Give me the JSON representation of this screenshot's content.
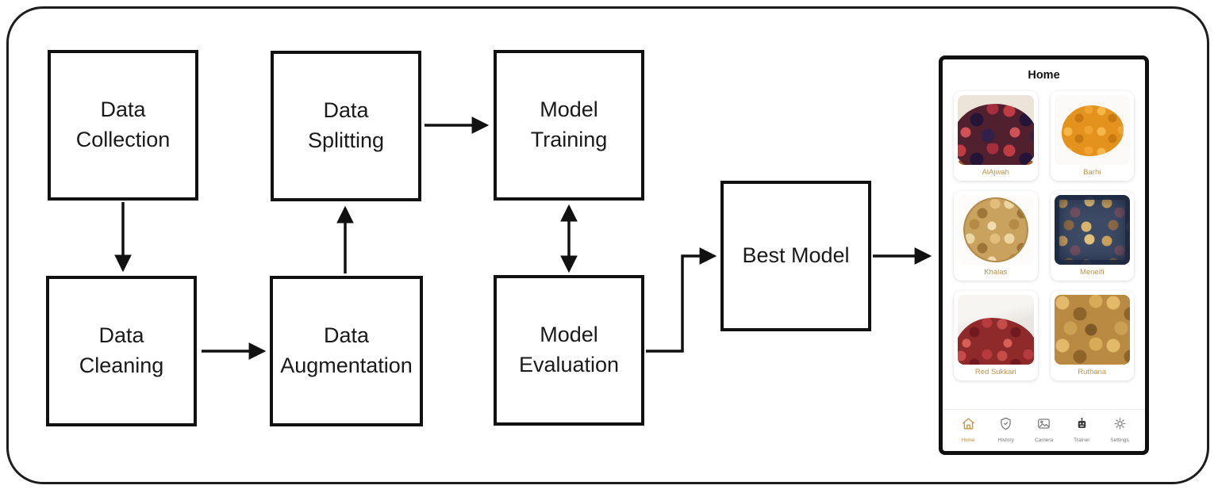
{
  "colors": {
    "accent_gold": "#c49545",
    "nav_inactive": "#7a7a7a",
    "outline": "#111111"
  },
  "flow": {
    "boxes": [
      {
        "id": "data-collection",
        "label": "Data\nCollection"
      },
      {
        "id": "data-splitting",
        "label": "Data\nSplitting"
      },
      {
        "id": "model-training",
        "label": "Model\nTraining"
      },
      {
        "id": "data-cleaning",
        "label": "Data\nCleaning"
      },
      {
        "id": "data-augmentation",
        "label": "Data\nAugmentation"
      },
      {
        "id": "model-evaluation",
        "label": "Model\nEvaluation"
      },
      {
        "id": "best-model",
        "label": "Best Model"
      }
    ],
    "arrows": [
      "data-collection -> data-cleaning",
      "data-cleaning -> data-augmentation",
      "data-augmentation -> data-splitting",
      "data-splitting -> model-training",
      "model-training <-> model-evaluation",
      "model-evaluation -> best-model",
      "best-model -> app"
    ]
  },
  "phone": {
    "title": "Home",
    "grid": [
      {
        "name": "AlAjwah",
        "image": "red-black-dates-in-basket"
      },
      {
        "name": "Barhi",
        "image": "yellow-orange-dates"
      },
      {
        "name": "Khalas",
        "image": "tan-dates-round-bowl"
      },
      {
        "name": "Meneifi",
        "image": "mixed-dates-dark-tub"
      },
      {
        "name": "Red Sukkari",
        "image": "red-dates-on-white"
      },
      {
        "name": "Ruthana",
        "image": "golden-dates-pile"
      }
    ],
    "nav": [
      {
        "label": "Home",
        "icon": "home-icon",
        "active": true
      },
      {
        "label": "History",
        "icon": "shield-icon",
        "active": false
      },
      {
        "label": "Camera",
        "icon": "photo-icon",
        "active": false
      },
      {
        "label": "Trainer",
        "icon": "robot-icon",
        "active": false
      },
      {
        "label": "Settings",
        "icon": "gear-icon",
        "active": false
      }
    ]
  }
}
